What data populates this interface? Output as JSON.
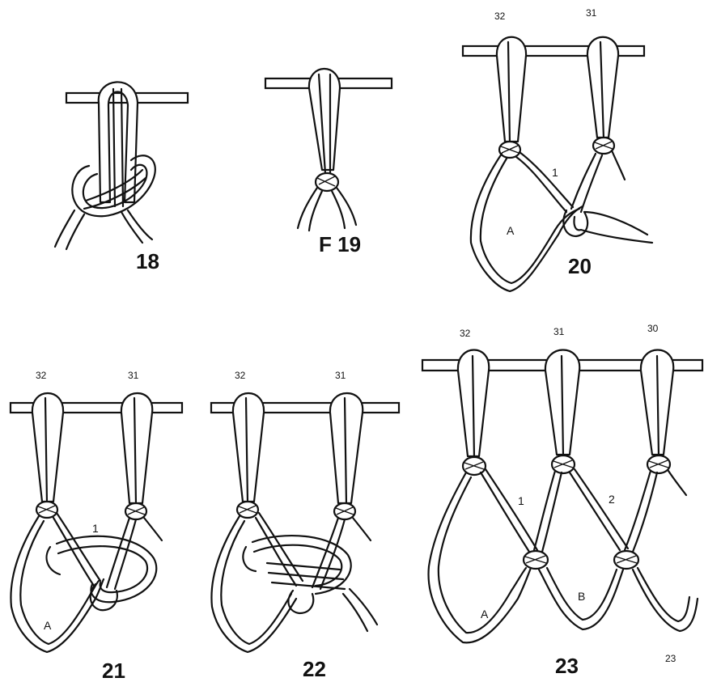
{
  "figures": [
    {
      "label": "18",
      "cord_numbers": [],
      "mesh_labels": []
    },
    {
      "label": "F 19",
      "cord_numbers": [],
      "mesh_labels": []
    },
    {
      "label": "20",
      "cord_numbers": [
        "32",
        "31"
      ],
      "mesh_labels": [
        "A",
        "1"
      ]
    },
    {
      "label": "21",
      "cord_numbers": [
        "32",
        "31"
      ],
      "mesh_labels": [
        "A",
        "1"
      ]
    },
    {
      "label": "22",
      "cord_numbers": [
        "32",
        "31"
      ],
      "mesh_labels": []
    },
    {
      "label": "23",
      "cord_numbers": [
        "32",
        "31",
        "30"
      ],
      "mesh_labels": [
        "1",
        "2",
        "A",
        "B",
        "23"
      ]
    }
  ],
  "colors": {
    "ink": "#111111",
    "paper": "#ffffff"
  }
}
